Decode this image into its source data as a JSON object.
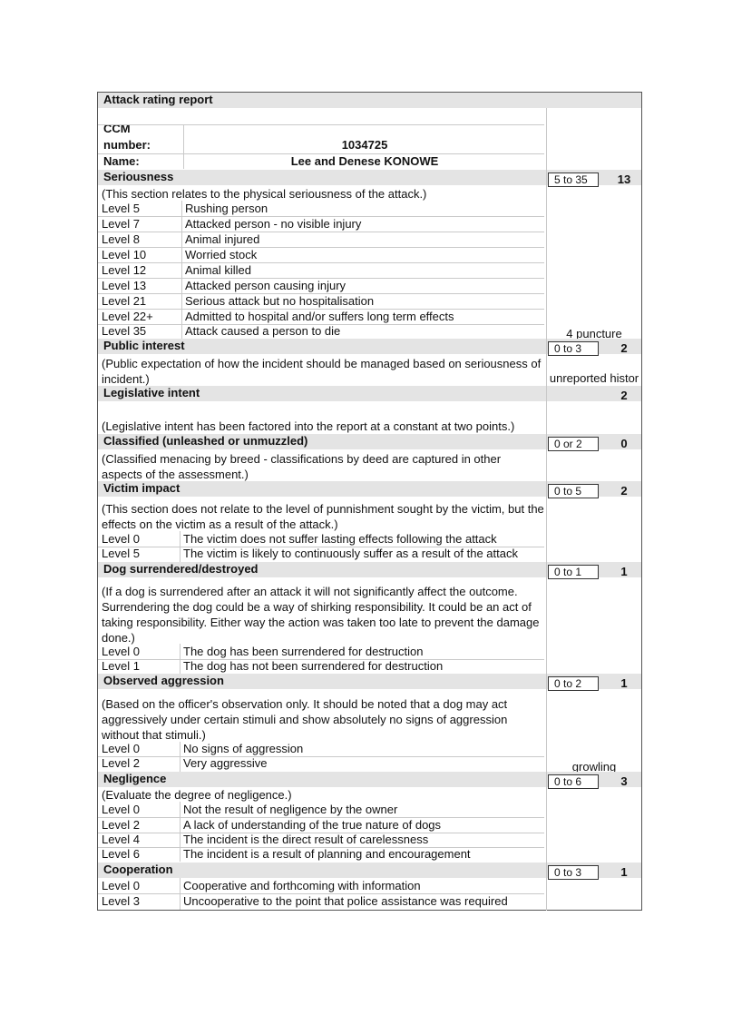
{
  "report_title": "Attack rating report",
  "header": {
    "ccm_label_1": "CCM",
    "ccm_label_2": "number:",
    "ccm_number": "1034725",
    "name_label": "Name:",
    "name_value": "Lee and Denese KONOWE"
  },
  "seriousness": {
    "title": "Seriousness",
    "range": "5 to 35",
    "score": "13",
    "description": "(This section relates to the physical seriousness of the attack.)",
    "levels": [
      {
        "level": "Level 5",
        "text": "Rushing person"
      },
      {
        "level": "Level 7",
        "text": "Attacked person - no visible injury"
      },
      {
        "level": "Level 8",
        "text": "Animal injured"
      },
      {
        "level": "Level 10",
        "text": "Worried stock"
      },
      {
        "level": "Level 12",
        "text": "Animal killed"
      },
      {
        "level": "Level 13",
        "text": "Attacked person causing injury"
      },
      {
        "level": "Level 21",
        "text": "Serious attack but no hospitalisation"
      },
      {
        "level": "Level 22+",
        "text": "Admitted to hospital and/or suffers long term effects"
      },
      {
        "level": "Level 35",
        "text": "Attack caused a person to die"
      }
    ],
    "note": "4 puncture"
  },
  "public_interest": {
    "title": "Public interest",
    "range": "0 to 3",
    "score": "2",
    "description": "(Public expectation of how the incident should be managed based on seriousness of incident.)",
    "note": "unreported histor"
  },
  "legislative_intent": {
    "title": "Legislative intent",
    "score": "2",
    "description": "(Legislative intent has been factored into the report at a constant at two points.)"
  },
  "classified": {
    "title": "Classified (unleashed or unmuzzled)",
    "range": "0 or 2",
    "score": "0",
    "description": "(Classified menacing by breed - classifications by deed are captured in other aspects of the assessment.)"
  },
  "victim_impact": {
    "title": "Victim impact",
    "range": "0 to 5",
    "score": "2",
    "description": "(This section does not relate to the level of punnishment sought by the victim, but the effects on the victim as a result of the attack.)",
    "levels": [
      {
        "level": "Level 0",
        "text": "The victim does not suffer lasting effects following the attack"
      },
      {
        "level": "Level 5",
        "text": "The victim is likely to continuously suffer as a result of the attack"
      }
    ]
  },
  "dog_surrendered": {
    "title": "Dog surrendered/destroyed",
    "range": "0 to 1",
    "score": "1",
    "description": "(If a dog is surrendered after an attack it will not significantly affect the outcome. Surrendering the dog could be a way of shirking responsibility. It could be an act of taking responsibility. Either way the action was taken too late to prevent the damage done.)",
    "levels": [
      {
        "level": "Level 0",
        "text": "The dog has been surrendered for destruction"
      },
      {
        "level": "Level 1",
        "text": "The dog has not been surrendered for destruction"
      }
    ]
  },
  "observed_aggression": {
    "title": "Observed aggression",
    "range": "0 to 2",
    "score": "1",
    "description": "(Based on the officer's observation only. It should be noted that a dog may act aggressively under certain stimuli and show absolutely no signs of aggression without that stimuli.)",
    "levels": [
      {
        "level": "Level 0",
        "text": "No signs of aggression"
      },
      {
        "level": "Level 2",
        "text": "Very aggressive"
      }
    ],
    "note": "growling"
  },
  "negligence": {
    "title": "Negligence",
    "range": "0 to 6",
    "score": "3",
    "description": "(Evaluate the degree of negligence.)",
    "levels": [
      {
        "level": "Level 0",
        "text": "Not the result of negligence by the owner"
      },
      {
        "level": "Level 2",
        "text": "A lack of understanding of the true nature of dogs"
      },
      {
        "level": "Level 4",
        "text": "The incident is the direct result of carelessness"
      },
      {
        "level": "Level 6",
        "text": "The incident is a result of planning and encouragement"
      }
    ]
  },
  "cooperation": {
    "title": "Cooperation",
    "range": "0 to 3",
    "score": "1",
    "levels": [
      {
        "level": "Level 0",
        "text": "Cooperative and forthcoming with information"
      },
      {
        "level": "Level 3",
        "text": "Uncooperative to the point that police assistance was required"
      }
    ]
  }
}
